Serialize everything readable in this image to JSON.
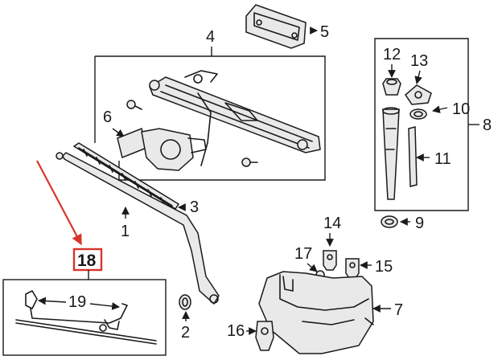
{
  "diagram": {
    "callouts": {
      "c1": "1",
      "c2": "2",
      "c3": "3",
      "c4": "4",
      "c5": "5",
      "c6": "6",
      "c7": "7",
      "c8": "8",
      "c9": "9",
      "c10": "10",
      "c11": "11",
      "c12": "12",
      "c13": "13",
      "c14": "14",
      "c15": "15",
      "c16": "16",
      "c17": "17",
      "c18": "18",
      "c19": "19"
    },
    "highlight": {
      "color": "#d9342b"
    }
  }
}
